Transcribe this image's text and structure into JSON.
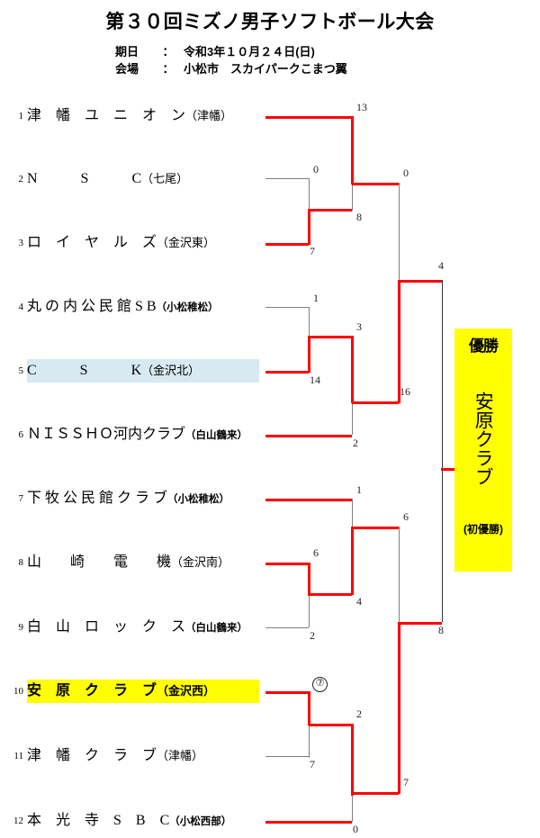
{
  "header": {
    "title": "第３０回ミズノ男子ソフトボール大会",
    "date_label": "期日",
    "date_colon": "：",
    "date_value": "令和3年１０月２４日(日)",
    "venue_label": "会場",
    "venue_colon": "：",
    "venue_value": "小松市　スカイパークこまつ翼"
  },
  "teams": [
    {
      "seed": "1",
      "name": "津　幡　ユ　ニ　オ　ン",
      "pref": "（津幡）",
      "highlight": "none"
    },
    {
      "seed": "2",
      "name": "N　　　S　　　C",
      "pref": "（七尾）",
      "highlight": "none"
    },
    {
      "seed": "3",
      "name": "ロ　イ　ヤ　ル　ズ",
      "pref": "（金沢東）",
      "highlight": "none"
    },
    {
      "seed": "4",
      "name": "丸 の 内 公 民 館 S B",
      "pref": "（小松稚松）",
      "highlight": "none"
    },
    {
      "seed": "5",
      "name": "C　　　S　　　K",
      "pref": "（金沢北）",
      "highlight": "blue"
    },
    {
      "seed": "6",
      "name": "ＮＩＳＳＨＯ河内クラブ",
      "pref": "（白山鶴来）",
      "highlight": "none"
    },
    {
      "seed": "7",
      "name": "下 牧 公 民 館 ク ラ ブ",
      "pref": "（小松稚松）",
      "highlight": "none"
    },
    {
      "seed": "8",
      "name": "山　　崎　　電　　機",
      "pref": "（金沢南）",
      "highlight": "none"
    },
    {
      "seed": "9",
      "name": "白　山　ロ　ッ　ク　ス",
      "pref": "（白山鶴来）",
      "highlight": "none"
    },
    {
      "seed": "10",
      "name": "安　原　ク　ラ　ブ",
      "pref": "（金沢西）",
      "highlight": "yellow"
    },
    {
      "seed": "11",
      "name": "津　幡　ク　ラ　ブ",
      "pref": "（津幡）",
      "highlight": "none"
    },
    {
      "seed": "12",
      "name": "本　光　寺　S　B　C",
      "pref": "（小松西部）",
      "highlight": "none"
    }
  ],
  "scores": {
    "r1_seed2": "0",
    "r1_seed3": "7",
    "r1_seed4": "1",
    "r1_seed5": "14",
    "r1_seed7": "1",
    "r1_seed8": "6",
    "r1_seed9": "2",
    "r1_seed10": "⑦",
    "r1_seed11": "7",
    "r2_seed1": "13",
    "r2_upper_win": "8",
    "r2_mid_win": "3",
    "r2_seed6": "2",
    "r2_low_win": "4",
    "r2_yasuhara": "2",
    "r2_seed12": "0",
    "r3_top": "0",
    "r3_csk": "16",
    "r3_yamazaki": "6",
    "r3_yasuhara": "7",
    "sf_upper": "4",
    "sf_lower": "8"
  },
  "champion": {
    "label": "優勝",
    "name": "安原クラブ",
    "note": "(初優勝)"
  },
  "colors": {
    "winner_line": "#ff0000",
    "loser_line": "#808080",
    "highlight_blue": "#d7e9f1",
    "highlight_yellow": "#ffff00"
  }
}
